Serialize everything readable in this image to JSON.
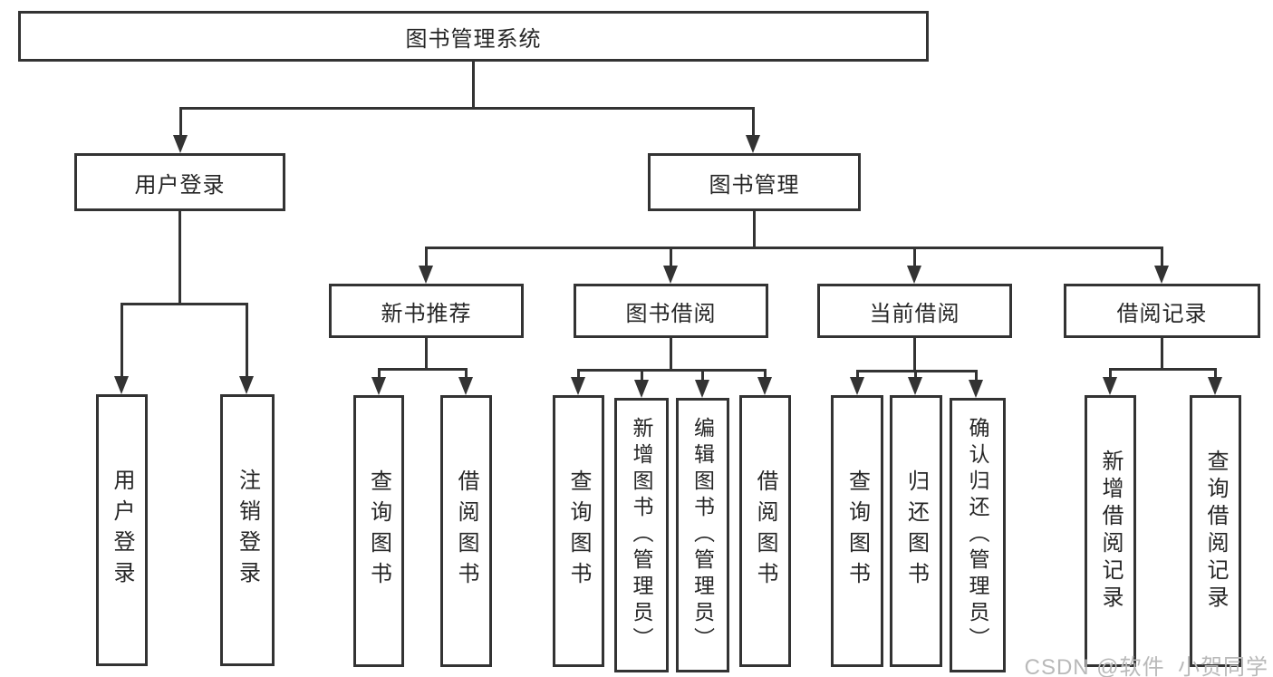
{
  "page": {
    "background": "#ffffff",
    "watermark": "CSDN @软件_小贺同学",
    "colors": {
      "line": "#333333",
      "box_border": "#333333",
      "box_fill": "#ffffff",
      "text": "#262626",
      "watermark_text": "#b9b9b9"
    }
  },
  "tree": {
    "root": {
      "label": "图书管理系统"
    },
    "branches": [
      {
        "label": "用户登录",
        "children": [
          {
            "label": "用户登录"
          },
          {
            "label": "注销登录"
          }
        ]
      },
      {
        "label": "图书管理",
        "children": [
          {
            "label": "新书推荐",
            "children": [
              {
                "label": "查询图书"
              },
              {
                "label": "借阅图书"
              }
            ]
          },
          {
            "label": "图书借阅",
            "children": [
              {
                "label": "查询图书"
              },
              {
                "label": "新增图书（管理员）"
              },
              {
                "label": "编辑图书（管理员）"
              },
              {
                "label": "借阅图书"
              }
            ]
          },
          {
            "label": "当前借阅",
            "children": [
              {
                "label": "查询图书"
              },
              {
                "label": "归还图书"
              },
              {
                "label": "确认归还（管理员）"
              }
            ]
          },
          {
            "label": "借阅记录",
            "children": [
              {
                "label": "新增借阅记录"
              },
              {
                "label": "查询借阅记录"
              }
            ]
          }
        ]
      }
    ]
  }
}
